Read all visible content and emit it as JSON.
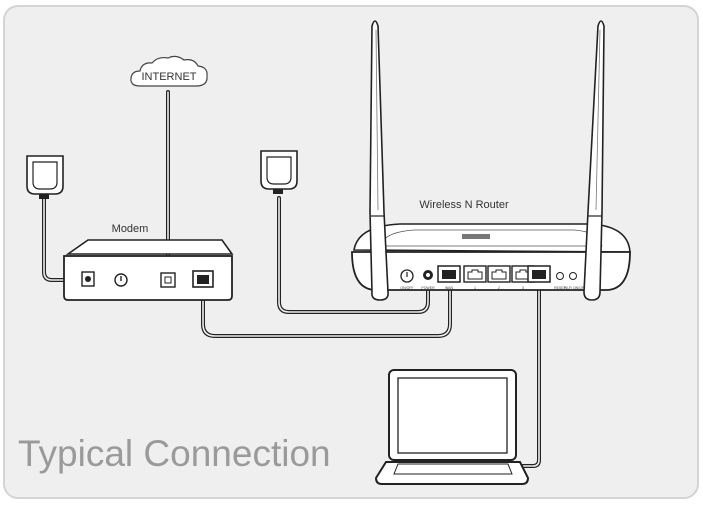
{
  "title": "Typical Connection",
  "labels": {
    "internet": "INTERNET",
    "modem": "Modem",
    "router": "Wireless N Router"
  },
  "router_port_labels": {
    "on_off": "ON/OFF",
    "power": "POWER",
    "wan": "WAN",
    "lan1": "1",
    "lan2": "2",
    "lan3": "3",
    "reset": "RESET",
    "wifi": "Wi-Fi ON/OFF"
  },
  "colors": {
    "panel_bg": "#efefef",
    "panel_border": "#d4d4d4",
    "device_fill": "#ffffff",
    "stroke": "#222222",
    "title": "#9a9a9a"
  },
  "icons": [
    "cloud-icon",
    "power-adapter-icon",
    "modem-icon",
    "router-icon",
    "antenna-icon",
    "laptop-icon",
    "ethernet-port-icon",
    "phone-jack-icon",
    "power-button-icon"
  ]
}
